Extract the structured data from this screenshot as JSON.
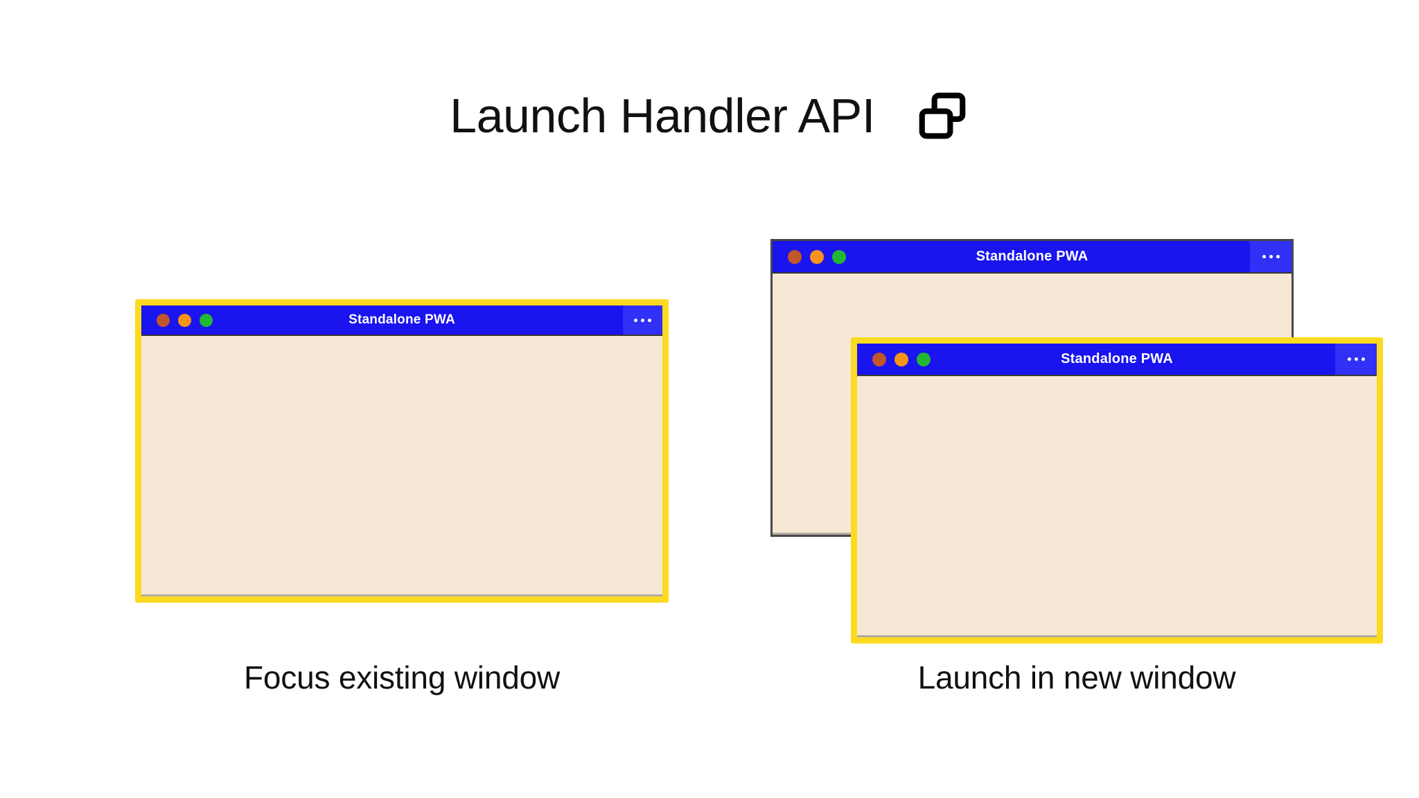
{
  "header": {
    "title": "Launch Handler API",
    "icon": "two-windows-icon"
  },
  "colors": {
    "page_background": "#FFFFFF",
    "window_titlebar_blue": "#1A14EE",
    "menu_panel_blue": "#3130F6",
    "window_body_cream": "#F7E8D5",
    "focus_highlight_yellow": "#FBDA20",
    "unfocused_border_gray": "#45474A",
    "traffic_light_red": "#C0562B",
    "traffic_light_amber": "#F7931A",
    "traffic_light_green": "#22B832",
    "title_text": "#111111"
  },
  "scenes": [
    {
      "id": "focus-existing",
      "caption": "Focus existing window",
      "windows": [
        {
          "id": "focus-existing",
          "title": "Standalone PWA",
          "focused": true,
          "menu_label": "•••",
          "traffic_lights": [
            "close",
            "minimize",
            "maximize"
          ]
        }
      ]
    },
    {
      "id": "launch-new",
      "caption": "Launch in new window",
      "windows": [
        {
          "id": "new-back",
          "title": "Standalone PWA",
          "focused": false,
          "menu_label": "•••",
          "traffic_lights": [
            "close",
            "minimize",
            "maximize"
          ]
        },
        {
          "id": "new-front",
          "title": "Standalone PWA",
          "focused": true,
          "menu_label": "•••",
          "traffic_lights": [
            "close",
            "minimize",
            "maximize"
          ]
        }
      ]
    }
  ]
}
